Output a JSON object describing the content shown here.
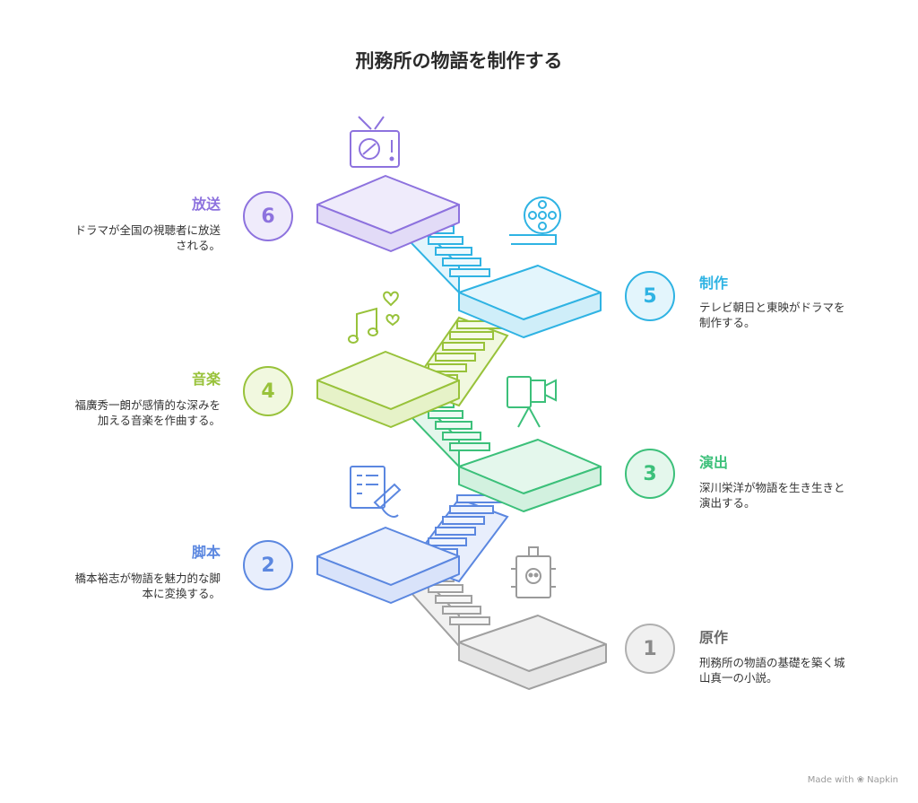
{
  "title": "刑務所の物語を制作する",
  "footer": "Made with ❀ Napkin",
  "steps": [
    {
      "num": "1",
      "title": "原作",
      "desc": "刑務所の物語の基礎を築く城山真一の小説。",
      "color": "#8a8a8a",
      "fill": "#f0f0f0",
      "icon": "film-canister-icon"
    },
    {
      "num": "2",
      "title": "脚本",
      "desc": "橋本裕志が物語を魅力的な脚本に変換する。",
      "color": "#5b87e0",
      "fill": "#e8eefc",
      "icon": "script-writing-icon"
    },
    {
      "num": "3",
      "title": "演出",
      "desc": "深川栄洋が物語を生き生きと演出する。",
      "color": "#3cc07a",
      "fill": "#e4f7ec",
      "icon": "movie-camera-icon"
    },
    {
      "num": "4",
      "title": "音楽",
      "desc": "福廣秀一朗が感情的な深みを加える音楽を作曲する。",
      "color": "#98c23a",
      "fill": "#f1f8df",
      "icon": "music-note-icon"
    },
    {
      "num": "5",
      "title": "制作",
      "desc": "テレビ朝日と東映がドラマを制作する。",
      "color": "#2fb3e3",
      "fill": "#e3f5fc",
      "icon": "film-reel-icon"
    },
    {
      "num": "6",
      "title": "放送",
      "desc": "ドラマが全国の視聴者に放送される。",
      "color": "#8d72de",
      "fill": "#efebfb",
      "icon": "television-icon"
    }
  ]
}
